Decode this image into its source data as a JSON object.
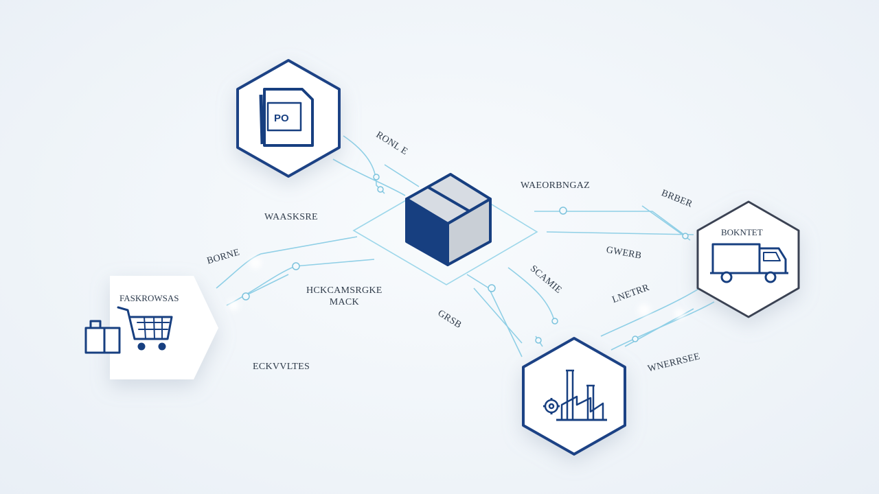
{
  "diagram": {
    "nodes": {
      "document": {
        "icon": "purchase-order-document-icon",
        "text": "PO"
      },
      "package": {
        "icon": "package-box-icon"
      },
      "shop": {
        "label": "FASKROWSAS",
        "icon": "shopping-cart-icon"
      },
      "truck": {
        "label": "BOKNTET",
        "icon": "delivery-truck-icon"
      },
      "factory": {
        "icon": "factory-icon"
      }
    },
    "edge_labels": {
      "doc_link": "RONL E",
      "warehouse_top": "WAEORBNGAZ",
      "bruder": "BRBER",
      "left_top": "WAASKSRE",
      "left_mid": "BORNE",
      "center": "HCKCAMSRGKE\nMACK",
      "diag_mid": "SCAMIE",
      "gwerb": "GWERB",
      "lnetrr": "LNETRR",
      "grsb": "GRSB",
      "bottom_left": "ECKVVLTES",
      "bottom_right": "WNERRSEE"
    },
    "colors": {
      "primary": "#173f80",
      "line": "#8fcfe6",
      "hex_border": "#1d4385",
      "truck_border": "#3a4352",
      "box_side": "#c9cfd6"
    }
  }
}
